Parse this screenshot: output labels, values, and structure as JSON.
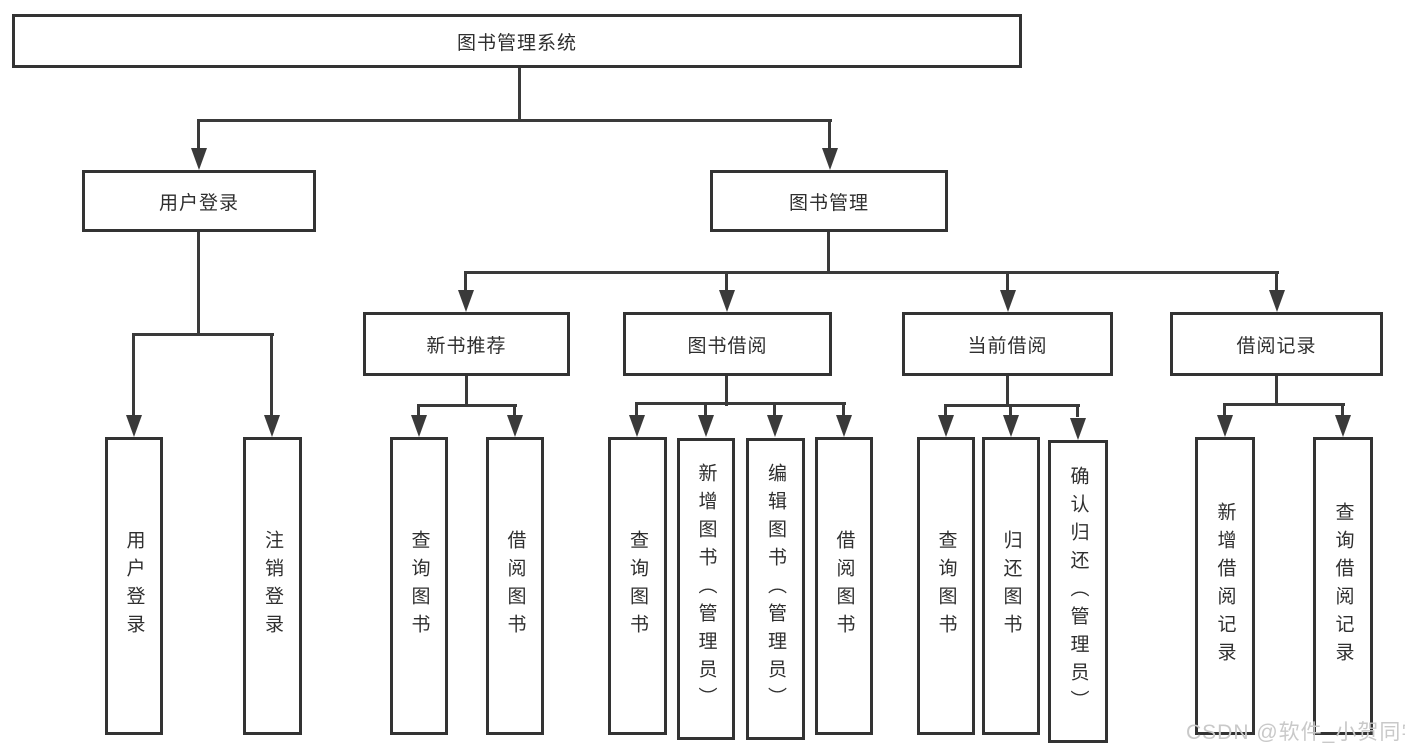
{
  "colors": {
    "line": "#3a3a3a",
    "border": "#333333",
    "text": "#2f2f2f",
    "box_fill": "#ffffff",
    "watermark": "#c9c9c9"
  },
  "tree": {
    "root": {
      "label": "图书管理系统",
      "children": [
        {
          "label": "用户登录",
          "children": [
            {
              "label": "用户登录"
            },
            {
              "label": "注销登录"
            }
          ]
        },
        {
          "label": "图书管理",
          "children": [
            {
              "label": "新书推荐",
              "children": [
                {
                  "label": "查询图书"
                },
                {
                  "label": "借阅图书"
                }
              ]
            },
            {
              "label": "图书借阅",
              "children": [
                {
                  "label": "查询图书"
                },
                {
                  "label": "新增图书（管理员）"
                },
                {
                  "label": "编辑图书（管理员）"
                },
                {
                  "label": "借阅图书"
                }
              ]
            },
            {
              "label": "当前借阅",
              "children": [
                {
                  "label": "查询图书"
                },
                {
                  "label": "归还图书"
                },
                {
                  "label": "确认归还（管理员）"
                }
              ]
            },
            {
              "label": "借阅记录",
              "children": [
                {
                  "label": "新增借阅记录"
                },
                {
                  "label": "查询借阅记录"
                }
              ]
            }
          ]
        }
      ]
    }
  },
  "watermark": {
    "text": "CSDN @软件_小贺同学"
  }
}
